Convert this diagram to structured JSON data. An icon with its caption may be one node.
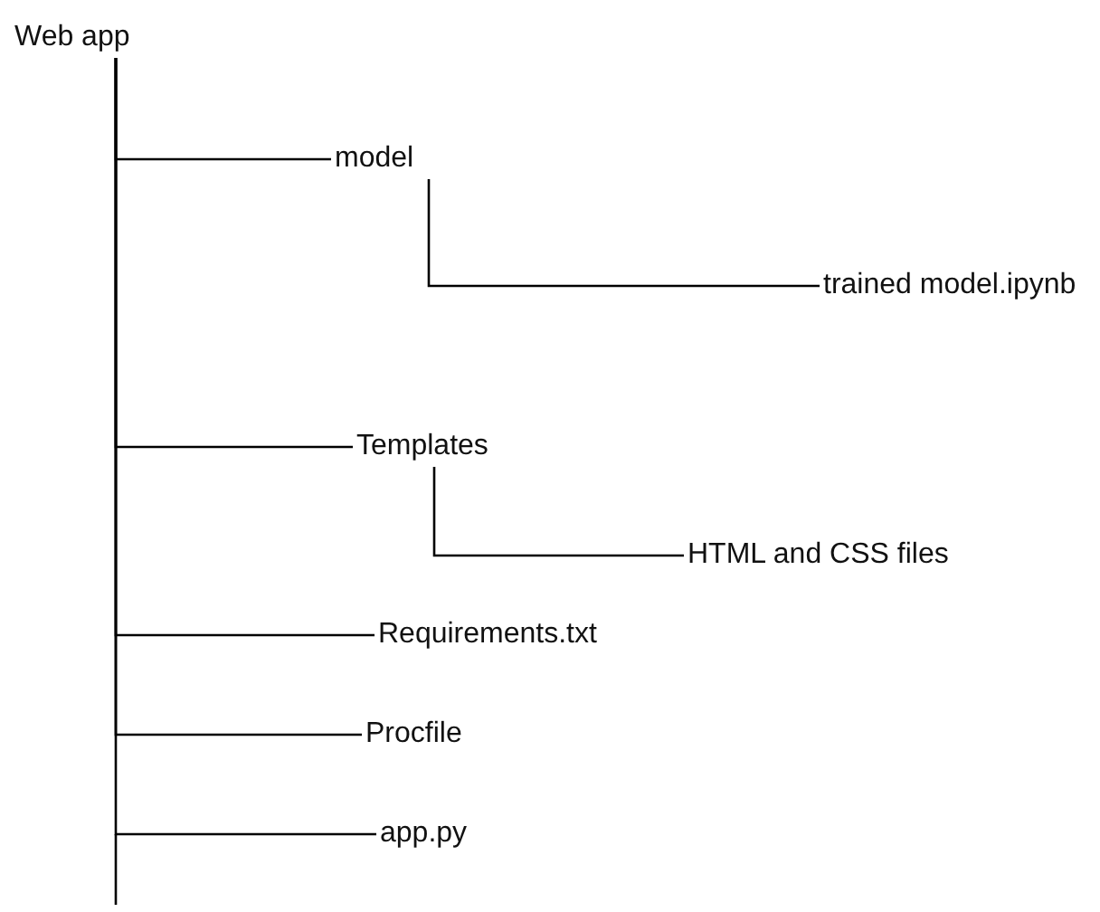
{
  "diagram": {
    "nodes": [
      {
        "text": [
          "Web app"
        ]
      },
      {
        "text": [
          "model"
        ]
      },
      {
        "text": [
          "trained model.ipynb"
        ]
      },
      {
        "text": [
          "Templates"
        ]
      },
      {
        "text": [
          "HTML and CSS files"
        ]
      },
      {
        "text": [
          "Requirements.txt"
        ]
      },
      {
        "text": [
          "Procfile"
        ]
      },
      {
        "text": [
          "app.py"
        ]
      }
    ],
    "edges": [
      {
        "from": 0,
        "to": 1,
        "arrow": "none"
      },
      {
        "from": 1,
        "to": 2,
        "arrow": "none"
      },
      {
        "from": 0,
        "to": 3,
        "arrow": "none"
      },
      {
        "from": 3,
        "to": 4,
        "arrow": "none"
      },
      {
        "from": 0,
        "to": 5,
        "arrow": "none"
      },
      {
        "from": 0,
        "to": 6,
        "arrow": "none"
      },
      {
        "from": 0,
        "to": 7,
        "arrow": "none"
      }
    ]
  }
}
